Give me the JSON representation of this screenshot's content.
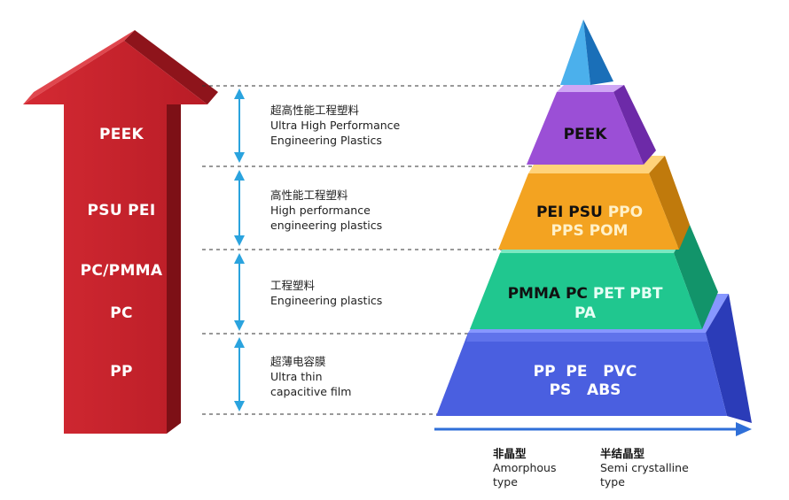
{
  "arrow": {
    "color": "#c8202a",
    "labels": [
      "PEEK",
      "PSU PEI",
      "PC/PMMA",
      "PC",
      "PP"
    ]
  },
  "tiers": [
    {
      "cn": "超高性能工程塑料",
      "en_line1": "Ultra High Performance",
      "en_line2": "Engineering Plastics"
    },
    {
      "cn": "高性能工程塑料",
      "en_line1": "High performance",
      "en_line2": "engineering plastics"
    },
    {
      "cn": "工程塑料",
      "en_line1": "Engineering plastics",
      "en_line2": ""
    },
    {
      "cn": "超薄电容膜",
      "en_line1": "Ultra thin",
      "en_line2": "capacitive film"
    }
  ],
  "pyramid": {
    "purple": {
      "color": "#9b4fd6",
      "line1": "PEEK"
    },
    "orange": {
      "color": "#f3a321",
      "amorphous": "PEI  PSU",
      "semi": "PPO",
      "line2": "PPS POM"
    },
    "green": {
      "color": "#20c78f",
      "amorphous": "PMMA  PC",
      "semi": "PET  PBT",
      "line2": "PA"
    },
    "blue": {
      "color": "#4a5fe0",
      "line1": "PP  PE   PVC",
      "line2": "PS   ABS"
    }
  },
  "axis": {
    "color": "#2f6fd8",
    "amorphous_cn": "非晶型",
    "amorphous_en_1": "Amorphous",
    "amorphous_en_2": "type",
    "semi_cn": "半结晶型",
    "semi_en_1": "Semi crystalline",
    "semi_en_2": "type"
  }
}
